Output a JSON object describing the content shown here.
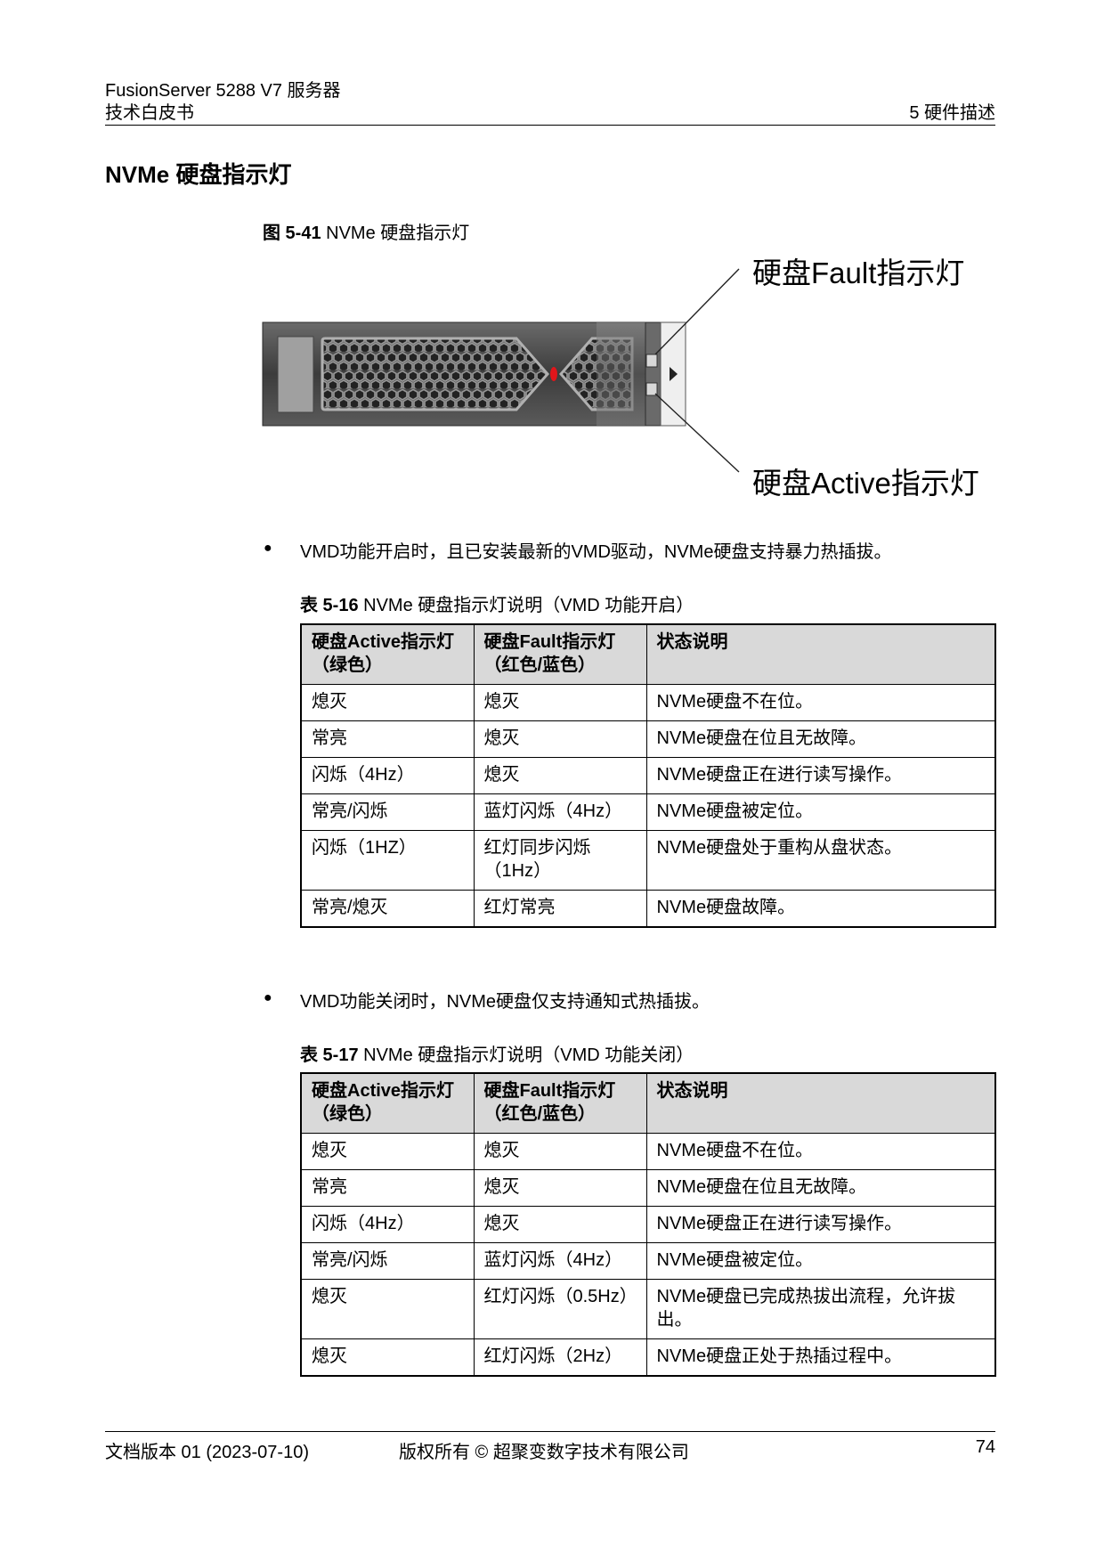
{
  "header": {
    "product": "FusionServer 5288 V7 服务器",
    "doc_type": "技术白皮书",
    "chapter": "5 硬件描述"
  },
  "section_title": "NVMe 硬盘指示灯",
  "figure": {
    "caption_num": "图 5-41",
    "caption_text": " NVMe 硬盘指示灯",
    "callout_fault": "硬盘Fault指示灯",
    "callout_active": "硬盘Active指示灯"
  },
  "bullets": [
    "VMD功能开启时，且已安装最新的VMD驱动，NVMe硬盘支持暴力热插拔。",
    "VMD功能关闭时，NVMe硬盘仅支持通知式热插拔。"
  ],
  "tables": [
    {
      "caption_num": "表 5-16",
      "caption_text": " NVMe 硬盘指示灯说明（VMD 功能开启）",
      "headers": [
        "硬盘Active指示灯（绿色）",
        "硬盘Fault指示灯（红色/蓝色）",
        "状态说明"
      ],
      "rows": [
        [
          "熄灭",
          "熄灭",
          "NVMe硬盘不在位。"
        ],
        [
          "常亮",
          "熄灭",
          "NVMe硬盘在位且无故障。"
        ],
        [
          "闪烁（4Hz）",
          "熄灭",
          "NVMe硬盘正在进行读写操作。"
        ],
        [
          "常亮/闪烁",
          "蓝灯闪烁（4Hz）",
          "NVMe硬盘被定位。"
        ],
        [
          "闪烁（1HZ）",
          "红灯同步闪烁（1Hz）",
          "NVMe硬盘处于重构从盘状态。"
        ],
        [
          "常亮/熄灭",
          "红灯常亮",
          "NVMe硬盘故障。"
        ]
      ]
    },
    {
      "caption_num": "表 5-17",
      "caption_text": " NVMe 硬盘指示灯说明（VMD 功能关闭）",
      "headers": [
        "硬盘Active指示灯（绿色）",
        "硬盘Fault指示灯（红色/蓝色）",
        "状态说明"
      ],
      "rows": [
        [
          "熄灭",
          "熄灭",
          "NVMe硬盘不在位。"
        ],
        [
          "常亮",
          "熄灭",
          "NVMe硬盘在位且无故障。"
        ],
        [
          "闪烁（4Hz）",
          "熄灭",
          "NVMe硬盘正在进行读写操作。"
        ],
        [
          "常亮/闪烁",
          "蓝灯闪烁（4Hz）",
          "NVMe硬盘被定位。"
        ],
        [
          "熄灭",
          "红灯闪烁（0.5Hz）",
          "NVMe硬盘已完成热拔出流程，允许拔出。"
        ],
        [
          "熄灭",
          "红灯闪烁（2Hz）",
          "NVMe硬盘正处于热插过程中。"
        ]
      ]
    }
  ],
  "footer": {
    "version": "文档版本 01 (2023-07-10)",
    "copyright": "版权所有 © 超聚变数字技术有限公司",
    "page": "74"
  }
}
